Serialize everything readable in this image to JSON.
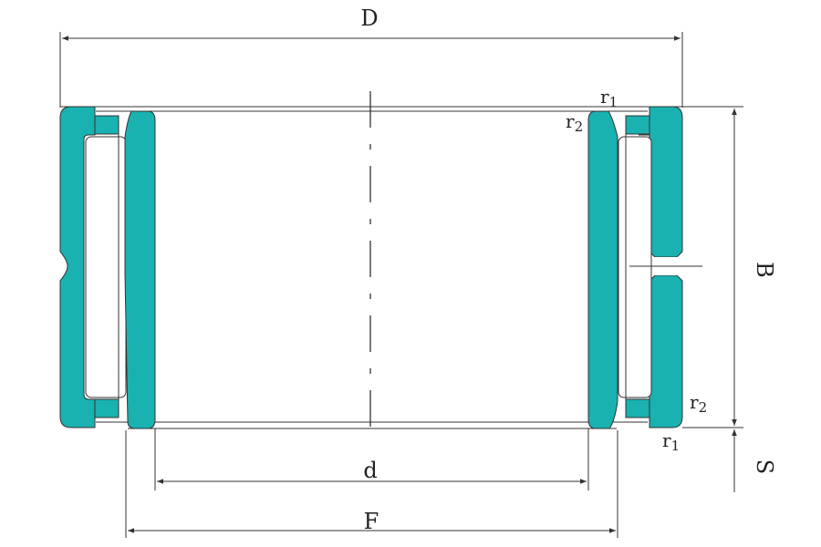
{
  "labels": {
    "D": "D",
    "d": "d",
    "F": "F",
    "B": "B",
    "S": "S",
    "r1_top": "r",
    "r1_top_sub": "1",
    "r2_top": "r",
    "r2_top_sub": "2",
    "r2_bottom": "r",
    "r2_bottom_sub": "2",
    "r1_bottom": "r",
    "r1_bottom_sub": "1"
  },
  "colors": {
    "ring": "#19b2b0",
    "line": "#333333",
    "background": "#ffffff"
  }
}
